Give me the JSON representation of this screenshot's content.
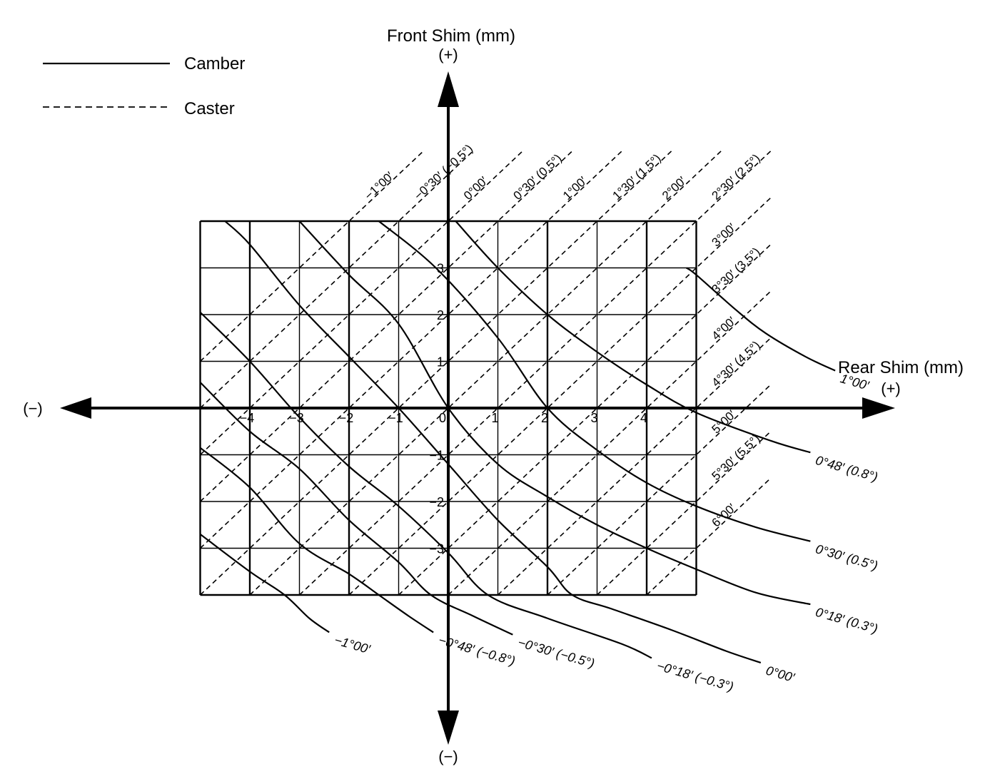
{
  "chart_data": {
    "type": "line",
    "title": "",
    "xlabel": "Rear Shim (mm)",
    "ylabel": "Front Shim (mm)",
    "x_plus": "(+)",
    "x_minus": "(−)",
    "y_plus": "(+)",
    "y_minus": "(−)",
    "xlim": [
      -5,
      5
    ],
    "ylim": [
      -4,
      4
    ],
    "grid": true,
    "x_ticks": [
      {
        "v": -4,
        "label": "−4"
      },
      {
        "v": -3,
        "label": "−3"
      },
      {
        "v": -2,
        "label": "−2"
      },
      {
        "v": -1,
        "label": "−1"
      },
      {
        "v": 0,
        "label": "0"
      },
      {
        "v": 1,
        "label": "1"
      },
      {
        "v": 2,
        "label": "2"
      },
      {
        "v": 3,
        "label": "3"
      },
      {
        "v": 4,
        "label": "4"
      }
    ],
    "y_ticks": [
      {
        "v": 3,
        "label": "3"
      },
      {
        "v": 2,
        "label": "2"
      },
      {
        "v": 1,
        "label": "1"
      },
      {
        "v": -1,
        "label": "−1"
      },
      {
        "v": -2,
        "label": "−2"
      },
      {
        "v": -3,
        "label": "−3"
      }
    ],
    "legend": {
      "position": "top-left",
      "items": [
        {
          "label": "Camber",
          "style": "solid"
        },
        {
          "label": "Caster",
          "style": "dashed"
        }
      ]
    },
    "camber_series": [
      {
        "name": "1°00′",
        "points": [
          [
            4.8,
            3.0
          ],
          [
            5.0,
            2.85
          ],
          [
            5.8,
            2.1
          ],
          [
            6.4,
            1.6
          ],
          [
            7.2,
            1.1
          ],
          [
            7.8,
            0.8
          ]
        ]
      },
      {
        "name": "0°48′ (0.8°)",
        "points": [
          [
            0.15,
            4.0
          ],
          [
            1.0,
            3.0
          ],
          [
            2.0,
            2.0
          ],
          [
            3.0,
            1.2
          ],
          [
            4.0,
            0.5
          ],
          [
            5.0,
            -0.1
          ],
          [
            6.5,
            -0.7
          ],
          [
            7.3,
            -0.95
          ]
        ]
      },
      {
        "name": "0°30′ (0.5°)",
        "points": [
          [
            -1.4,
            4.0
          ],
          [
            -0.25,
            3.0
          ],
          [
            1.0,
            1.5
          ],
          [
            2.0,
            0.0
          ],
          [
            3.0,
            -0.9
          ],
          [
            4.0,
            -1.6
          ],
          [
            5.0,
            -2.1
          ],
          [
            6.2,
            -2.55
          ],
          [
            7.3,
            -2.85
          ]
        ]
      },
      {
        "name": "0°18′ (0.3°)",
        "points": [
          [
            -3.0,
            4.0
          ],
          [
            -2.0,
            2.85
          ],
          [
            -1.0,
            1.8
          ],
          [
            0.0,
            0.0
          ],
          [
            1.0,
            -1.2
          ],
          [
            2.0,
            -1.9
          ],
          [
            3.0,
            -2.5
          ],
          [
            4.0,
            -3.0
          ],
          [
            5.0,
            -3.45
          ],
          [
            6.2,
            -3.95
          ],
          [
            7.3,
            -4.2
          ]
        ]
      },
      {
        "name": "0°00′",
        "points": [
          [
            -4.5,
            4.0
          ],
          [
            -4.0,
            3.5
          ],
          [
            -3.0,
            2.2
          ],
          [
            -2.0,
            1.1
          ],
          [
            -1.0,
            0.0
          ],
          [
            0.0,
            -1.2
          ],
          [
            1.0,
            -2.4
          ],
          [
            2.0,
            -3.4
          ],
          [
            2.5,
            -4.0
          ],
          [
            3.3,
            -4.3
          ],
          [
            4.5,
            -4.75
          ],
          [
            5.6,
            -5.2
          ],
          [
            6.3,
            -5.45
          ]
        ]
      },
      {
        "name": "−0°18′ (−0.3°)",
        "points": [
          [
            -5.0,
            2.05
          ],
          [
            -4.0,
            1.0
          ],
          [
            -3.0,
            -0.2
          ],
          [
            -2.0,
            -1.25
          ],
          [
            -1.0,
            -2.1
          ],
          [
            0.0,
            -3.1
          ],
          [
            0.8,
            -4.0
          ],
          [
            2.0,
            -4.5
          ],
          [
            3.5,
            -5.05
          ],
          [
            4.1,
            -5.35
          ]
        ]
      },
      {
        "name": "−0°30′ (−0.5°)",
        "points": [
          [
            -5.0,
            0.55
          ],
          [
            -4.0,
            -0.5
          ],
          [
            -3.0,
            -1.3
          ],
          [
            -2.0,
            -2.4
          ],
          [
            -1.0,
            -3.3
          ],
          [
            -0.35,
            -4.0
          ],
          [
            0.5,
            -4.45
          ],
          [
            1.3,
            -4.85
          ]
        ]
      },
      {
        "name": "−0°48′ (−0.8°)",
        "points": [
          [
            -5.0,
            -0.85
          ],
          [
            -4.0,
            -1.7
          ],
          [
            -3.0,
            -2.9
          ],
          [
            -2.0,
            -3.55
          ],
          [
            -1.4,
            -4.0
          ],
          [
            -0.8,
            -4.45
          ],
          [
            -0.3,
            -4.8
          ]
        ]
      },
      {
        "name": "−1°00′",
        "points": [
          [
            -5.0,
            -2.7
          ],
          [
            -4.0,
            -3.5
          ],
          [
            -3.3,
            -4.0
          ],
          [
            -2.8,
            -4.5
          ],
          [
            -2.4,
            -4.8
          ]
        ]
      }
    ],
    "caster_series": [
      {
        "name": "6°00′",
        "intercept": 8.0
      },
      {
        "name": "5°30′ (5.5°)",
        "intercept": 7.0
      },
      {
        "name": "5°00′",
        "intercept": 6.0
      },
      {
        "name": "4°30′ (4.5°)",
        "intercept": 5.0
      },
      {
        "name": "4°00′",
        "intercept": 4.0
      },
      {
        "name": "3°30′ (3.5°)",
        "intercept": 3.0
      },
      {
        "name": "3°00′",
        "intercept": 2.0
      },
      {
        "name": "2°30′ (2.5°)",
        "intercept": 1.0
      },
      {
        "name": "2°00′",
        "intercept": 0.0
      },
      {
        "name": "1°30′ (1.5°)",
        "intercept": -1.0
      },
      {
        "name": "1°00′",
        "intercept": -2.0
      },
      {
        "name": "0°30′ (0.5°)",
        "intercept": -3.0
      },
      {
        "name": "0°00′",
        "intercept": -4.0
      },
      {
        "name": "−0°30′ (−0.5°)",
        "intercept": -5.0
      },
      {
        "name": "−1°00′",
        "intercept": -6.0
      }
    ]
  }
}
